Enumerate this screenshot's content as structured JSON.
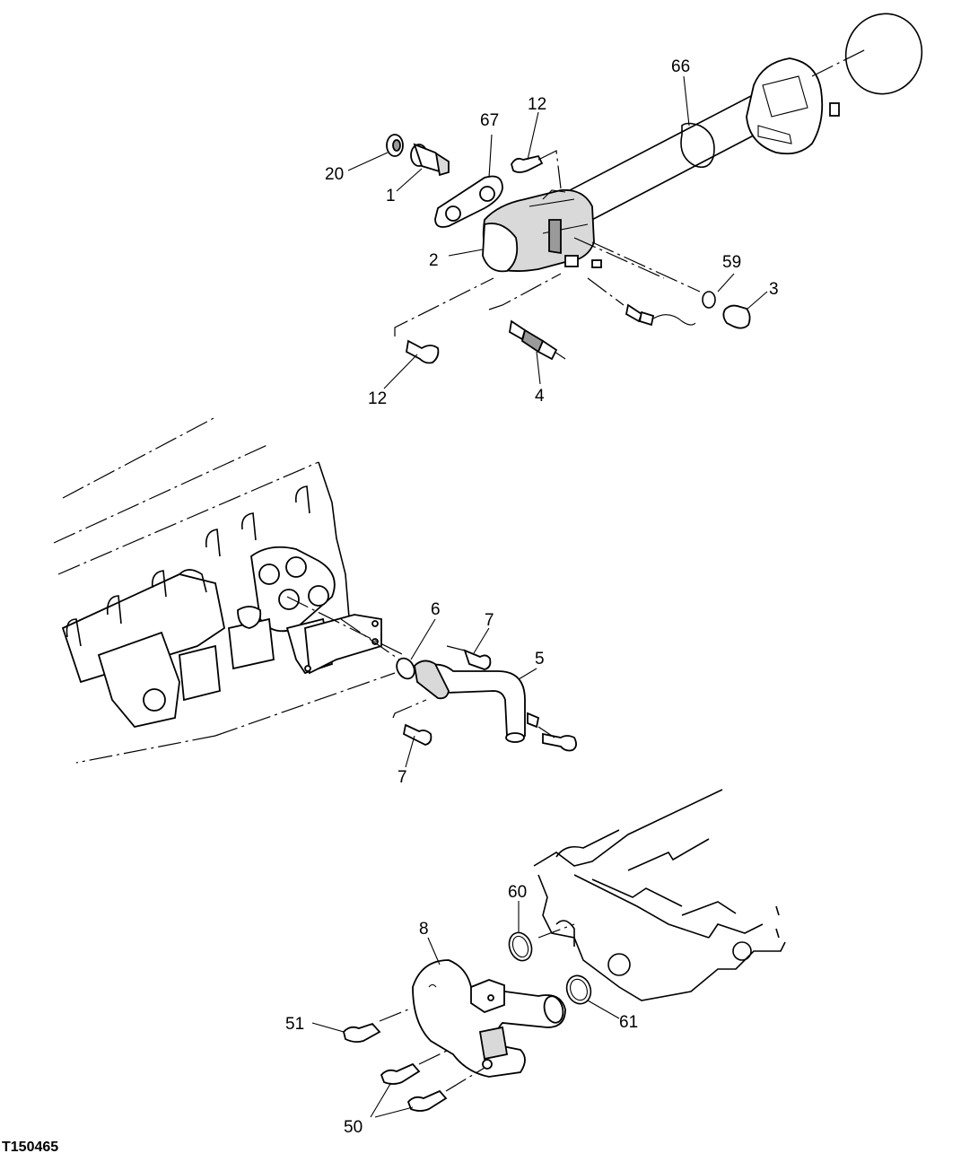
{
  "figure_code": "T150465",
  "callouts": {
    "c1": "1",
    "c2": "2",
    "c3": "3",
    "c4": "4",
    "c5": "5",
    "c6": "6",
    "c7a": "7",
    "c7b": "7",
    "c8": "8",
    "c12a": "12",
    "c12b": "12",
    "c20": "20",
    "c50": "50",
    "c51": "51",
    "c59": "59",
    "c60": "60",
    "c61": "61",
    "c66": "66",
    "c67": "67"
  }
}
